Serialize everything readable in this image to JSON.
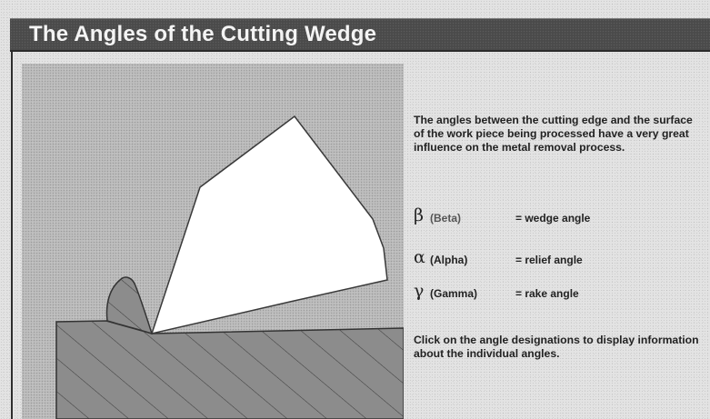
{
  "header": {
    "title": "The Angles of the Cutting Wedge"
  },
  "content": {
    "description": "The angles between the cutting edge and the surface of the work piece being processed have a very great influence on the metal removal process.",
    "angles": [
      {
        "symbol": "β",
        "name": "(Beta)",
        "meaning": "= wedge angle"
      },
      {
        "symbol": "α",
        "name": "(Alpha)",
        "meaning": "= relief angle"
      },
      {
        "symbol": "γ",
        "name": "(Gamma)",
        "meaning": "= rake angle"
      }
    ],
    "instruction": "Click on the angle designations to display information about the individual angles."
  },
  "colors": {
    "title_bar": "#4a4a4a",
    "workpiece": "#8c8c8c",
    "tool": "#ffffff",
    "diagram_background": "#bdbdbd"
  }
}
